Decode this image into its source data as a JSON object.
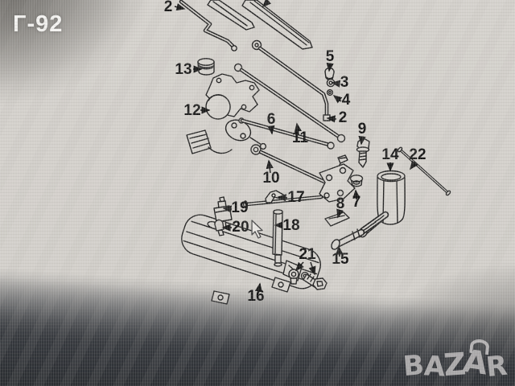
{
  "photo_overlay": {
    "plate_code": "Г-92",
    "watermark": {
      "brand": "BAZAR",
      "letters": [
        "B",
        "A",
        "Z",
        "A",
        "R"
      ]
    }
  },
  "diagram": {
    "type": "exploded-parts-diagram",
    "subject": "windshield wiper linkage, wiper motor and washer system",
    "callouts": [
      "2",
      "13",
      "12",
      "5",
      "3",
      "4",
      "2",
      "9",
      "6",
      "11",
      "10",
      "17",
      "8",
      "7",
      "14",
      "22",
      "19",
      "20",
      "18",
      "21",
      "16",
      "15"
    ]
  },
  "colors": {
    "screen_background": "#d2cfca",
    "bezel_dark": "#45484c",
    "line_ink": "#242424",
    "plate_text": "#f4f3f1",
    "watermark_gray": "#b5b3b4"
  }
}
